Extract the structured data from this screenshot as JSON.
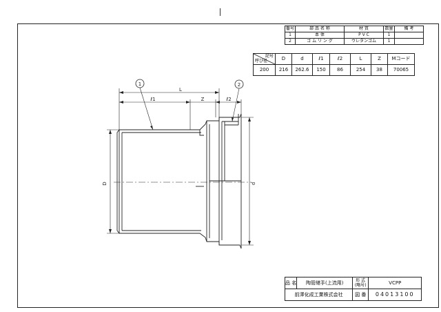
{
  "parts_table": {
    "headers": [
      "番号",
      "部 品 名 称",
      "材 質",
      "数量",
      "備 考"
    ],
    "rows": [
      {
        "no": "1",
        "name": "本 体",
        "material": "P V C",
        "qty": "1",
        "note": ""
      },
      {
        "no": "2",
        "name": "ゴ ム リ ン グ",
        "material": "ウレタンゴム",
        "qty": "1",
        "note": ""
      }
    ]
  },
  "dims_table": {
    "corner_top": "記号",
    "corner_bottom": "呼び径",
    "headers": [
      "D",
      "d",
      "ℓ1",
      "ℓ2",
      "L",
      "Z",
      "Mコード"
    ],
    "row": {
      "nominal": "200",
      "values": [
        "216",
        "262.6",
        "150",
        "86",
        "254",
        "38",
        "70065"
      ]
    }
  },
  "drawing": {
    "callout_1": "1",
    "callout_2": "2",
    "label_L": "L",
    "label_l1": "ℓ1",
    "label_Z": "Z",
    "label_l2": "ℓ2",
    "label_D": "D",
    "label_d": "d"
  },
  "title_block": {
    "name_label": "品 名",
    "name_value": "陶管継手(上流用)",
    "type_label": "形 式",
    "type_sub": "(略号)",
    "type_value": "VCPP",
    "company": "前澤化成工業株式会社",
    "drawing_no_label": "図 番",
    "drawing_no": "04013100"
  }
}
